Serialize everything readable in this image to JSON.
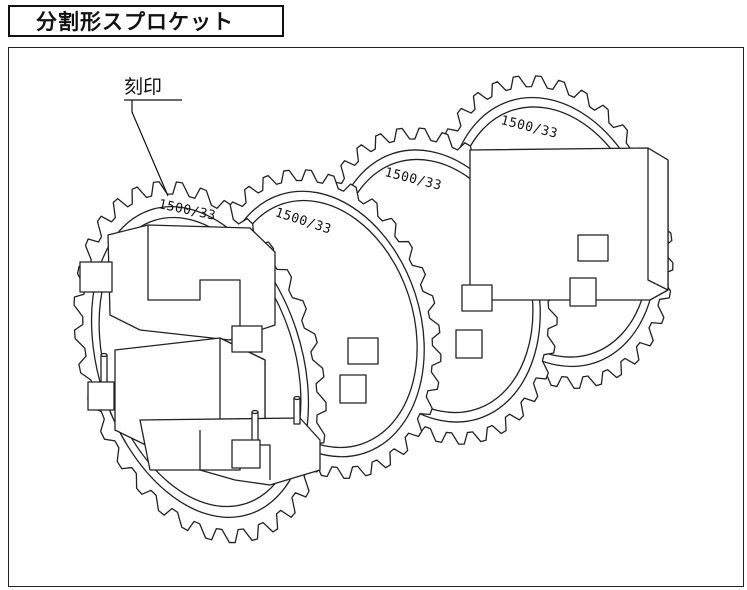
{
  "header": {
    "title": "分割形スプロケット"
  },
  "annotation": {
    "label": "刻印"
  },
  "sprockets": [
    {
      "marking": "1500/33"
    },
    {
      "marking": "1500/33"
    },
    {
      "marking": "1500/33"
    },
    {
      "marking": "1500/33"
    }
  ]
}
